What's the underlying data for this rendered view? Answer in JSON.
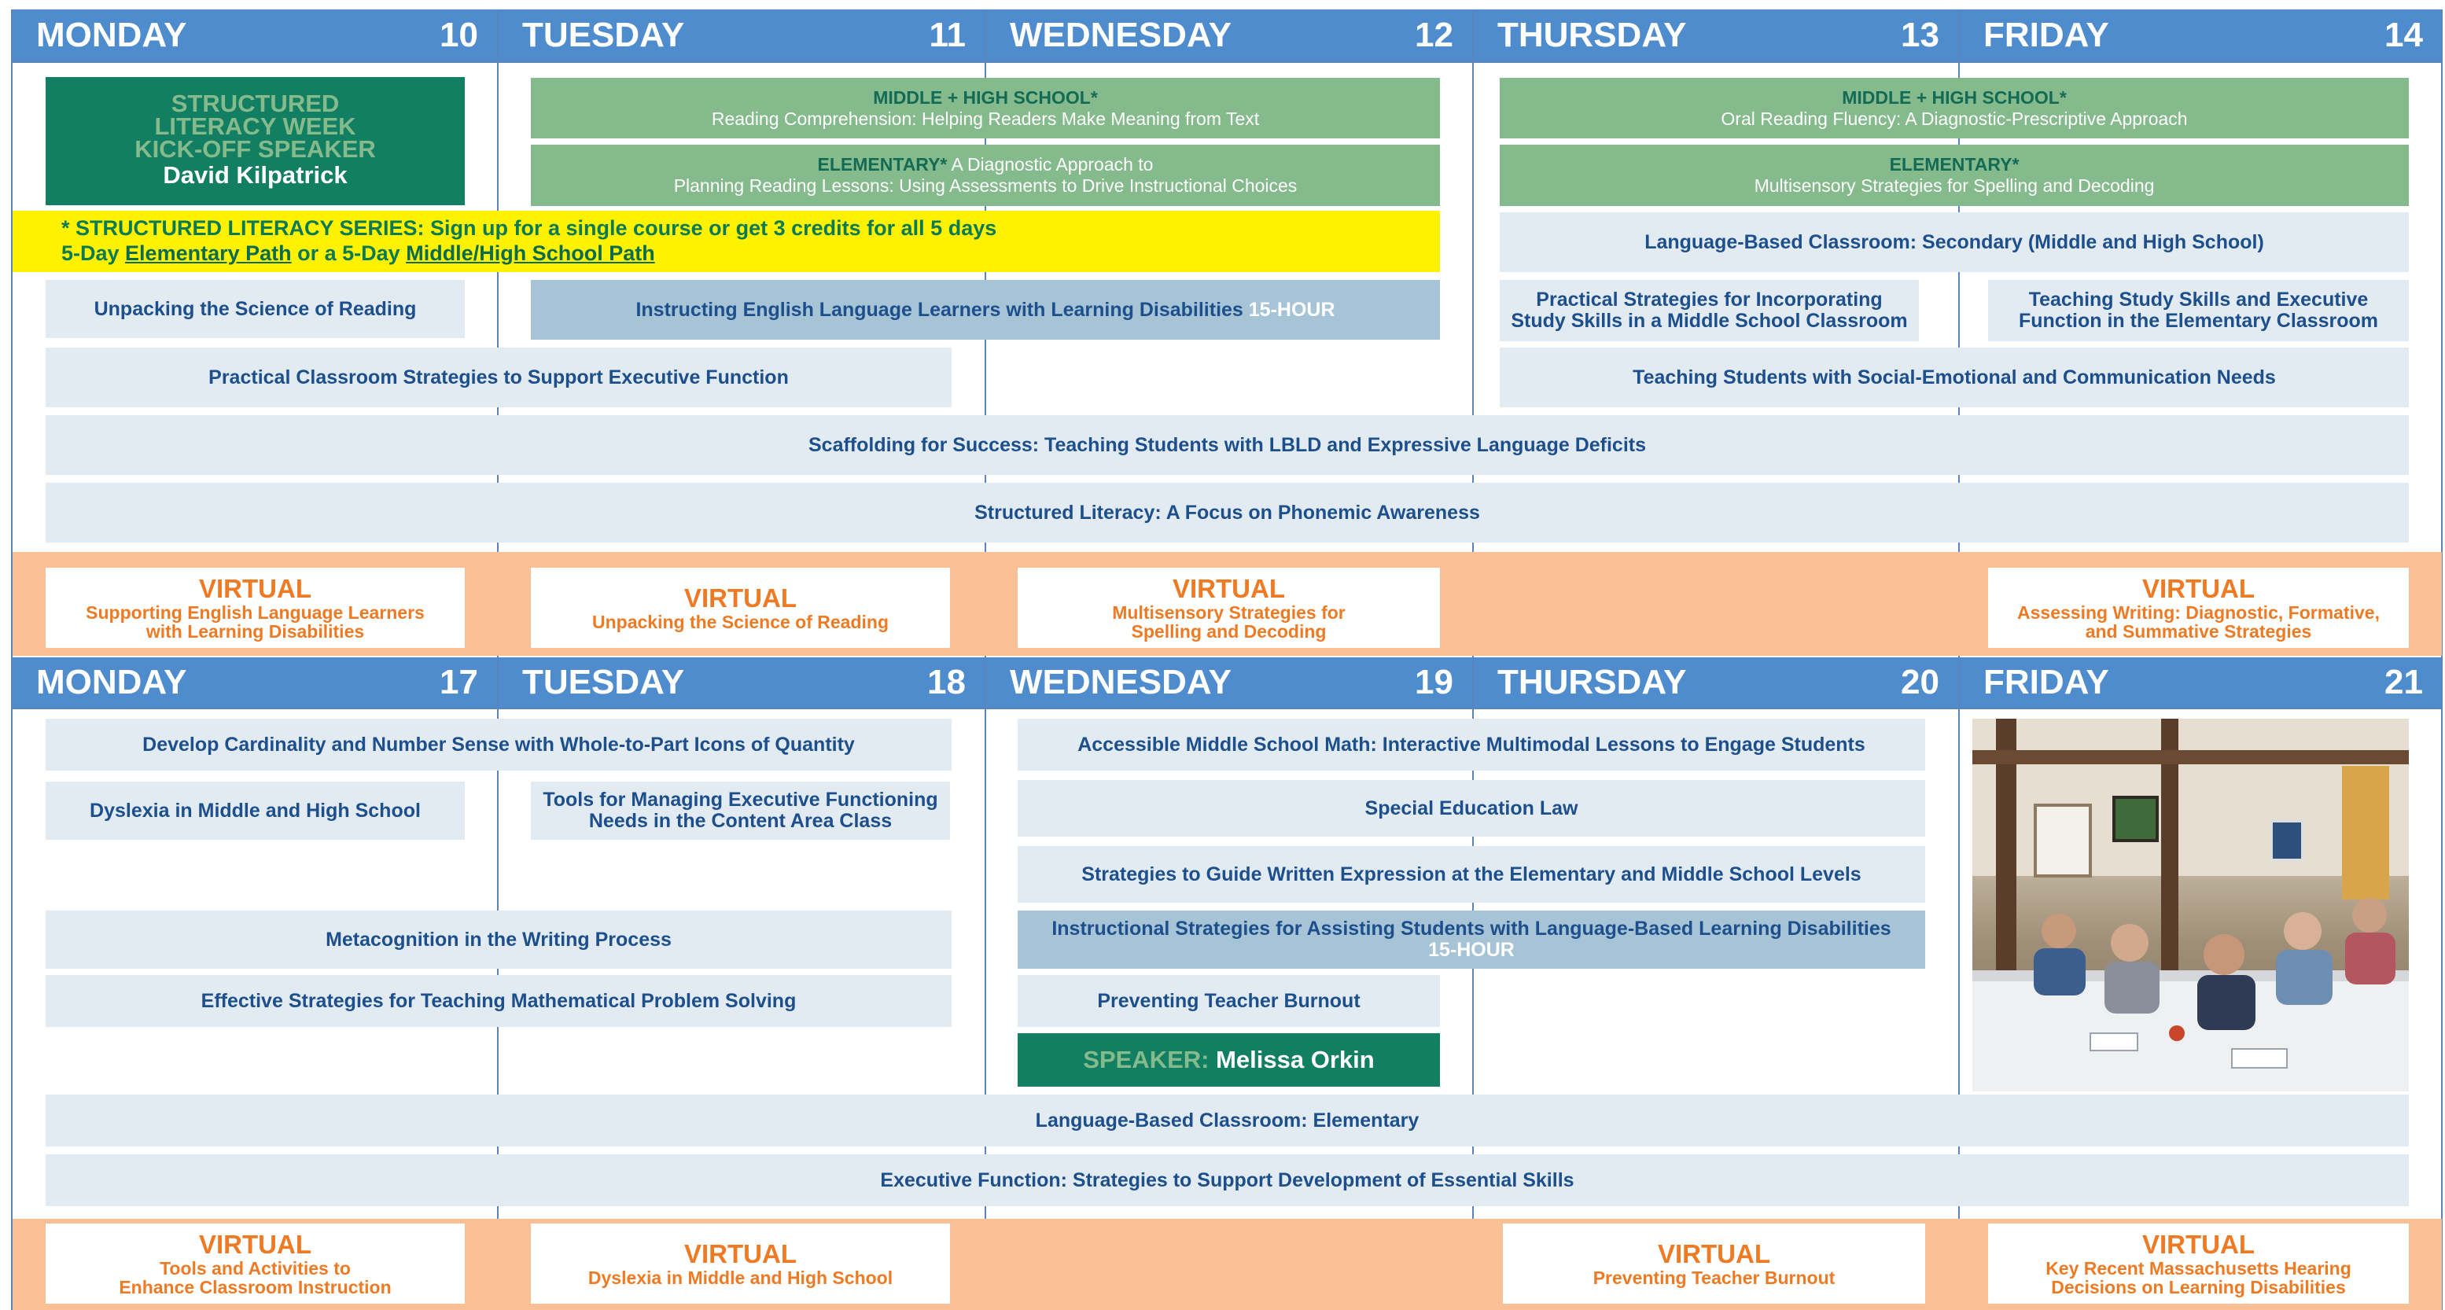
{
  "week1": {
    "days": [
      {
        "name": "MONDAY",
        "num": "10"
      },
      {
        "name": "TUESDAY",
        "num": "11"
      },
      {
        "name": "WEDNESDAY",
        "num": "12"
      },
      {
        "name": "THURSDAY",
        "num": "13"
      },
      {
        "name": "FRIDAY",
        "num": "14"
      }
    ],
    "kickoff": {
      "line1": "STRUCTURED",
      "line2": "LITERACY WEEK",
      "line3": "KICK-OFF SPEAKER",
      "speaker": "David Kilpatrick"
    },
    "tue_ms_hs": {
      "label": "MIDDLE + HIGH SCHOOL*",
      "title": "Reading Comprehension: Helping Readers Make Meaning from Text"
    },
    "tue_elem": {
      "label": "ELEMENTARY*",
      "line1": " A Diagnostic Approach to",
      "line2": "Planning Reading Lessons: Using Assessments to Drive Instructional Choices"
    },
    "thu_ms_hs": {
      "label": "MIDDLE + HIGH SCHOOL*",
      "title": "Oral Reading Fluency: A Diagnostic-Prescriptive Approach"
    },
    "thu_elem": {
      "label": "ELEMENTARY*",
      "title": "Multisensory Strategies for Spelling and Decoding"
    },
    "series": {
      "line1": "* STRUCTURED LITERACY SERIES: Sign up for a single course or get 3 credits for all 5 days",
      "pre": "5-Day ",
      "link1": "Elementary Path",
      "mid": " or a 5-Day ",
      "link2": "Middle/High School Path"
    },
    "lbc_secondary": "Language-Based Classroom: Secondary (Middle and High School)",
    "unpacking": "Unpacking the Science of Reading",
    "ell": {
      "title": "Instructing English Language Learners with Learning Disabilities",
      "hours": " 15-HOUR"
    },
    "study_skills_ms": {
      "line1": "Practical Strategies for Incorporating",
      "line2": "Study Skills in a Middle School Classroom"
    },
    "study_skills_elem": {
      "line1": "Teaching Study Skills and Executive",
      "line2": "Function in the Elementary Classroom"
    },
    "practical_ef": "Practical Classroom Strategies to Support Executive Function",
    "social_emotional": "Teaching Students with Social-Emotional and Communication Needs",
    "scaffolding": "Scaffolding for Success: Teaching Students with LBLD and Expressive Language Deficits",
    "phonemic": "Structured Literacy: A Focus on Phonemic Awareness",
    "virtual": [
      {
        "tag": "VIRTUAL",
        "line1": "Supporting English Language Learners",
        "line2": "with Learning Disabilities"
      },
      {
        "tag": "VIRTUAL",
        "line1": "Unpacking the Science of Reading",
        "line2": ""
      },
      {
        "tag": "VIRTUAL",
        "line1": "Multisensory Strategies for",
        "line2": "Spelling and Decoding"
      },
      {
        "tag": "VIRTUAL",
        "line1": "Assessing Writing: Diagnostic, Formative,",
        "line2": "and Summative Strategies"
      }
    ]
  },
  "week2": {
    "days": [
      {
        "name": "MONDAY",
        "num": "17"
      },
      {
        "name": "TUESDAY",
        "num": "18"
      },
      {
        "name": "WEDNESDAY",
        "num": "19"
      },
      {
        "name": "THURSDAY",
        "num": "20"
      },
      {
        "name": "FRIDAY",
        "num": "21"
      }
    ],
    "cardinality": "Develop Cardinality and Number Sense with Whole-to-Part Icons of Quantity",
    "accessible_math": "Accessible Middle School Math: Interactive Multimodal Lessons to Engage Students",
    "dyslexia": "Dyslexia in Middle and High School",
    "tools_ef": {
      "line1": "Tools for Managing Executive Functioning",
      "line2": "Needs in the Content Area Class"
    },
    "sped_law": "Special Education Law",
    "written_expression": "Strategies to Guide Written Expression at the Elementary and Middle School Levels",
    "metacognition": "Metacognition in the Writing Process",
    "instructional": {
      "title": "Instructional Strategies for Assisting Students with Language-Based Learning Disabilities",
      "hours": "15-HOUR"
    },
    "math_problem": "Effective Strategies for Teaching Mathematical Problem Solving",
    "burnout": "Preventing Teacher Burnout",
    "speaker": {
      "label": "SPEAKER:",
      "name": " Melissa Orkin"
    },
    "lbc_elem": "Language-Based Classroom: Elementary",
    "exec_function": "Executive Function: Strategies to Support Development of Essential Skills",
    "virtual": [
      {
        "tag": "VIRTUAL",
        "line1": "Tools and Activities to",
        "line2": "Enhance Classroom Instruction"
      },
      {
        "tag": "VIRTUAL",
        "line1": "Dyslexia in Middle and High School",
        "line2": ""
      },
      {
        "tag": "VIRTUAL",
        "line1": "Preventing Teacher Burnout",
        "line2": ""
      },
      {
        "tag": "VIRTUAL",
        "line1": "Key Recent Massachusetts Hearing",
        "line2": "Decisions on Learning Disabilities"
      }
    ]
  },
  "colors": {
    "header_blue": "#4e8cce",
    "light_cell": "#e2ebf1",
    "medium_cell": "#a6c4d6",
    "green": "#85bb8c",
    "teal": "#137f62",
    "virtual_band": "#f8c094",
    "virtual_text": "#ee7a24",
    "series_yellow": "#fff200"
  }
}
